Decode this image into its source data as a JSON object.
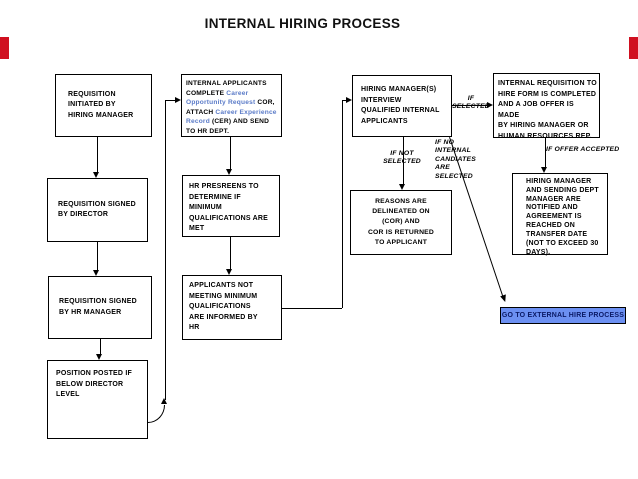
{
  "title": "INTERNAL HIRING PROCESS",
  "colors": {
    "red_accent": "#d01020",
    "link_blue": "#5b7bc8",
    "cta_fill": "#6c90f2",
    "cta_text": "#0b1a66"
  },
  "boxes": {
    "requisition_initiated": "REQUISITION\nINITIATED BY\nHIRING MANAGER",
    "requisition_signed_director": "REQUISITION SIGNED\nBY DIRECTOR",
    "requisition_signed_hr": "REQUISITION SIGNED\nBY HR MANAGER",
    "position_posted": "POSITION POSTED IF\nBELOW DIRECTOR\nLEVEL",
    "internal_applicants_segments": [
      {
        "text": "INTERNAL APPLICANTS COMPLETE ",
        "link": false
      },
      {
        "text": "Career Opportunity Request",
        "link": true
      },
      {
        "text": " COR, ATTACH ",
        "link": false
      },
      {
        "text": "Career Experience Record",
        "link": true
      },
      {
        "text": " (CER) AND SEND TO HR DEPT.",
        "link": false
      }
    ],
    "hr_prescreens": "HR PRESREENS TO\nDETERMINE IF\nMINIMUM\nQUALIFICATIONS ARE\nMET",
    "applicants_not_meeting": "APPLICANTS NOT\nMEETING MINIMUM\nQUALIFICATIONS\nARE INFORMED BY\nHR",
    "hiring_managers_interview": "HIRING MANAGER(S)\nINTERVIEW\nQUALIFIED INTERNAL\nAPPLICANTS",
    "reasons_delineated": "REASONS ARE\nDELINEATED ON\n(COR) AND\nCOR IS RETURNED\nTO APPLICANT",
    "internal_requisition_to_hire": "INTERNAL REQUISITION TO\nHIRE FORM IS COMPLETED\nAND A JOB OFFER IS MADE\nBY HIRING MANAGER OR\nHUMAN RESOURCES REP.",
    "hiring_manager_sending_dept": "HIRING MANAGER\nAND SENDING DEPT\nMANAGER ARE\nNOTIFIED AND\nAGREEMENT IS\nREACHED ON\nTRANSFER DATE\n(NOT TO EXCEED 30\nDAYS)."
  },
  "edge_labels": {
    "if_selected": "IF\nSELECTED",
    "if_not_selected": "IF NOT\nSELECTED",
    "if_no_internal": "IF NO\nINTERNAL\nCANDIATES\nARE\nSELECTED",
    "if_offer_accepted": "IF OFFER ACCEPTED"
  },
  "cta": {
    "label": "GO TO EXTERNAL HIRE PROCESS"
  }
}
